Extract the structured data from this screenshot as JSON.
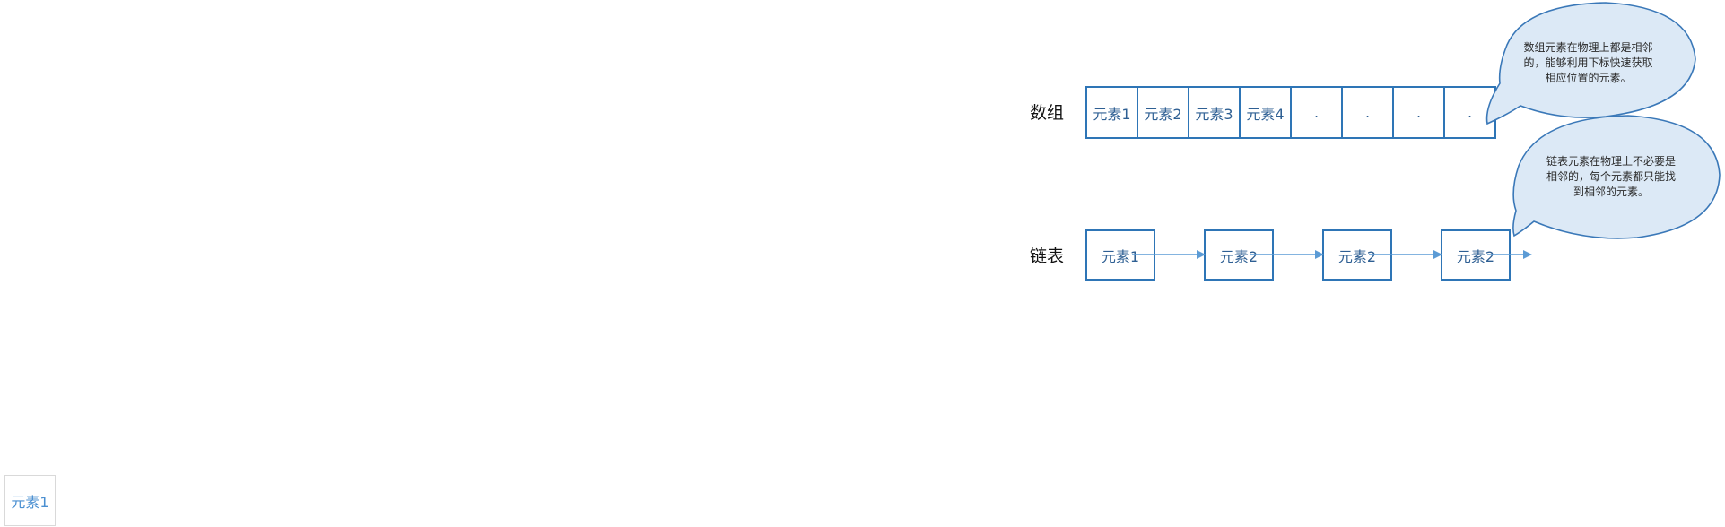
{
  "labels": {
    "array": "数组",
    "linked_list": "链表"
  },
  "array_cells": [
    "元素1",
    "元素2",
    "元素3",
    "元素4",
    ".",
    ".",
    ".",
    "."
  ],
  "list_nodes": [
    "元素1",
    "元素2",
    "元素2",
    "元素2"
  ],
  "callouts": {
    "array_note": "数组元素在物理上都是相邻的，能够利用下标快速获取相应位置的元素。",
    "list_note": "链表元素在物理上不必要是相邻的，每个元素都只能找到相邻的元素。"
  },
  "stray_node": "元素1",
  "colors": {
    "stroke": "#2e75b6",
    "node_text": "#2e5f93",
    "arrow": "#5b9bd5"
  }
}
